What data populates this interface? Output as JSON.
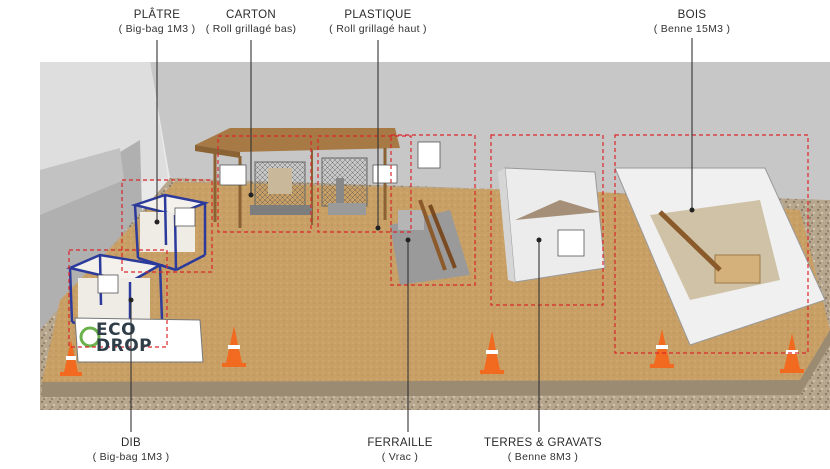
{
  "zones": [
    {
      "id": "platre",
      "name": "PLÂTRE",
      "container": "( Big-bag 1M3 )"
    },
    {
      "id": "carton",
      "name": "CARTON",
      "container": "( Roll grillagé bas)"
    },
    {
      "id": "plastique",
      "name": "PLASTIQUE",
      "container": "( Roll grillagé haut )"
    },
    {
      "id": "bois",
      "name": "BOIS",
      "container": "( Benne 15M3 )"
    },
    {
      "id": "dib",
      "name": "DIB",
      "container": "( Big-bag 1M3 )"
    },
    {
      "id": "ferraille",
      "name": "FERRAILLE",
      "container": "( Vrac )"
    },
    {
      "id": "terres",
      "name": "TERRES & GRAVATS",
      "container": "( Benne 8M3 )"
    }
  ],
  "logo": {
    "line1": "ECO",
    "line2": "DROP"
  },
  "colors": {
    "ground": "#c9a36a",
    "gravel": "#b9a88e",
    "wall": "#c8c8c8",
    "zone_border": "#d9262b",
    "leader": "#333333",
    "cone": "#f26a1f",
    "bag_frame": "#2b3a9b"
  }
}
